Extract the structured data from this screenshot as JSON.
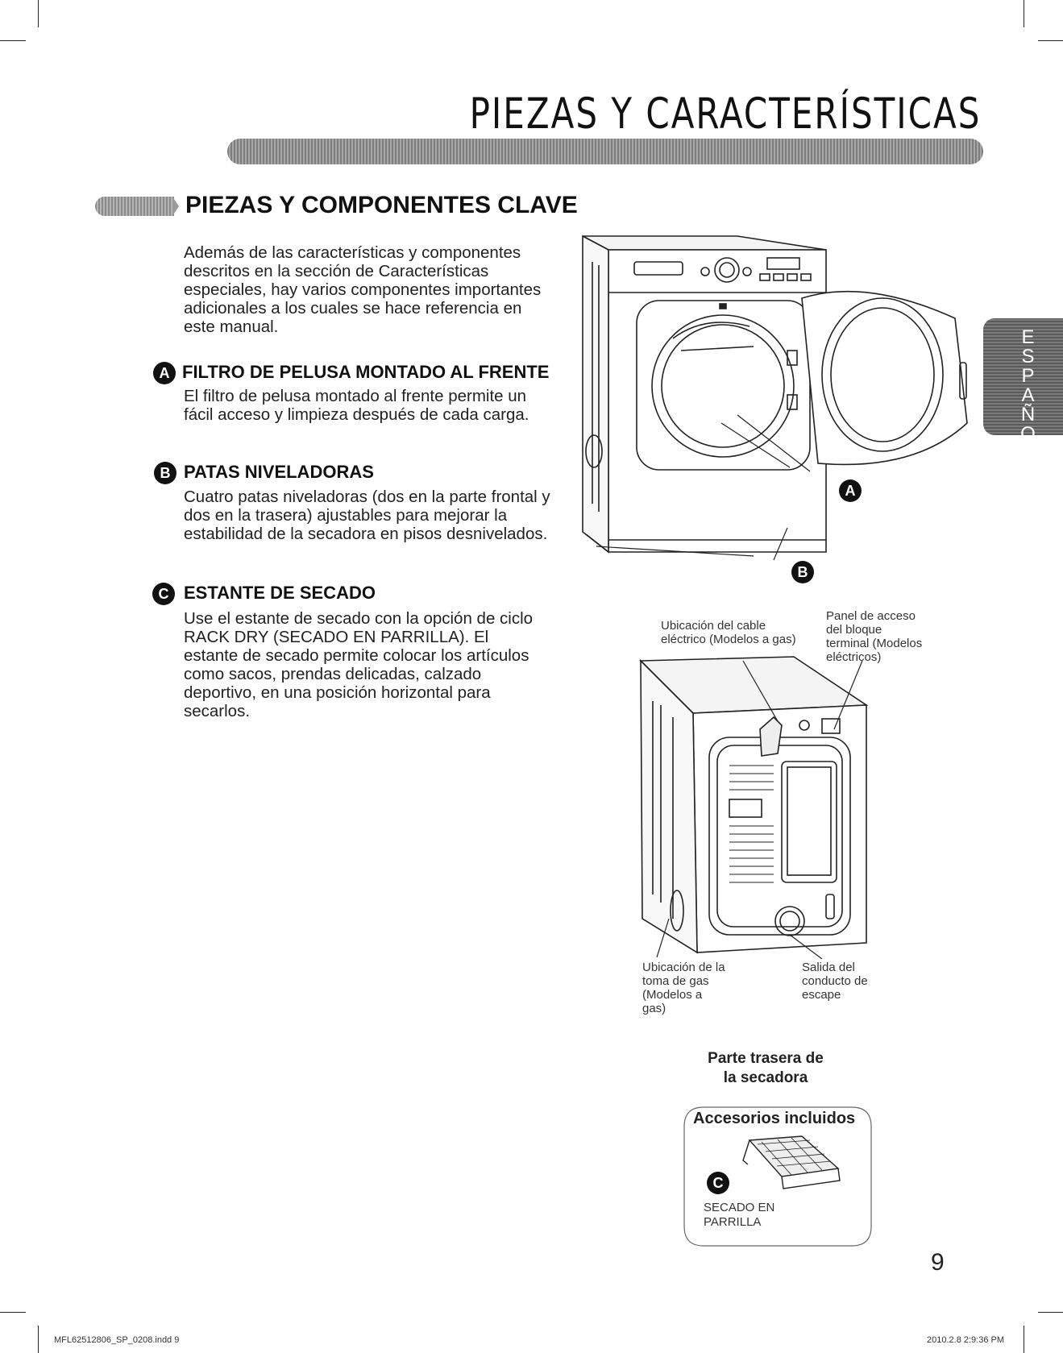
{
  "header": {
    "title": "PIEZAS Y CARACTERÍSTICAS"
  },
  "section": {
    "title": "PIEZAS Y COMPONENTES CLAVE",
    "intro": "Además de las características y componentes descritos en la sección de Características especiales, hay varios componentes importantes adicionales a los cuales se hace referencia en este manual."
  },
  "items": [
    {
      "badge": "A",
      "title": "FILTRO DE PELUSA MONTADO AL FRENTE",
      "text": "El filtro de pelusa montado al frente permite un fácil acceso y limpieza después de cada carga."
    },
    {
      "badge": "B",
      "title": "PATAS NIVELADORAS",
      "text": "Cuatro patas niveladoras (dos en la parte frontal y dos en la trasera) ajustables para mejorar la estabilidad de la secadora en pisos desnivelados."
    },
    {
      "badge": "C",
      "title": "ESTANTE DE SECADO",
      "text": "Use el estante de secado con la opción de ciclo RACK DRY (SECADO EN PARRILLA). El estante de secado permite colocar los artículos como sacos, prendas delicadas, calzado deportivo, en una posición horizontal para secarlos."
    }
  ],
  "front_diagram": {
    "badge_a": "A",
    "badge_b": "B"
  },
  "rear_diagram": {
    "callout_cable": "Ubicación del cable eléctrico (Modelos a gas)",
    "callout_panel": "Panel de acceso del bloque terminal (Modelos eléctricos)",
    "callout_gas": "Ubicación de la toma de gas (Modelos a gas)",
    "callout_exhaust": "Salida del conducto de escape",
    "caption": "Parte trasera de la secadora"
  },
  "accessories": {
    "title": "Accesorios incluidos",
    "badge": "C",
    "label": "SECADO EN PARRILLA"
  },
  "side_tab": {
    "label": "ESPAÑOL"
  },
  "page_number": "9",
  "footer": {
    "left": "MFL62512806_SP_0208.indd   9",
    "right": "2010.2.8   2:9:36 PM"
  }
}
